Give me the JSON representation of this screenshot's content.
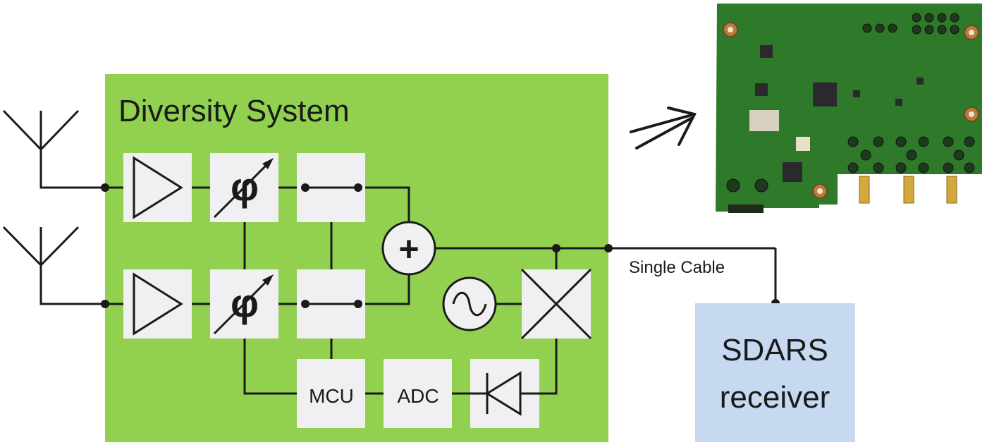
{
  "diagram": {
    "system_title": "Diversity System",
    "blocks": {
      "amplifier_1": "amplifier",
      "amplifier_2": "amplifier",
      "phase_shifter_1": "φ",
      "phase_shifter_2": "φ",
      "switch_1": "switch",
      "switch_2": "switch",
      "combiner": "+",
      "oscillator": "~",
      "mixer": "mixer",
      "mcu": "MCU",
      "adc": "ADC",
      "detector": "diode"
    },
    "cable_label": "Single Cable",
    "receiver": {
      "line1": "SDARS",
      "line2": "receiver"
    },
    "antennas": [
      "antenna-1",
      "antenna-2"
    ],
    "photo": "PCB module photo"
  },
  "colors": {
    "system_bg": "#92d050",
    "block_bg": "#f0f0f2",
    "receiver_bg": "#c6d9f0",
    "line": "#1a1a1a",
    "pcb": "#2f7a2a"
  }
}
